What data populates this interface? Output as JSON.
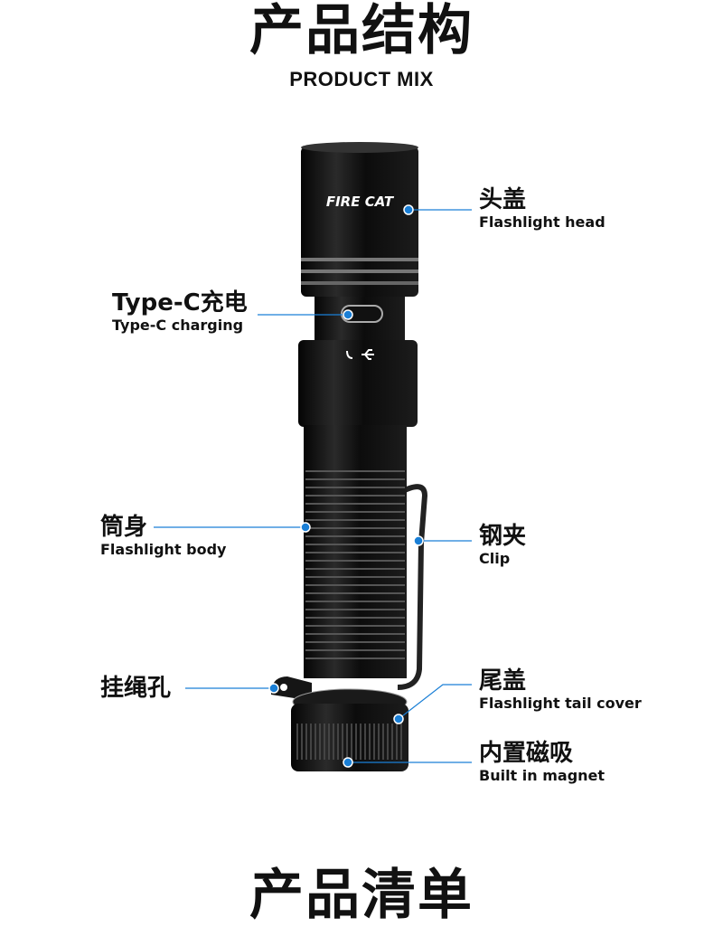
{
  "heading": {
    "title_cn": "产品结构",
    "title_en": "PRODUCT MIX",
    "next_title_cn": "产品清单"
  },
  "brand_logo": "FIRE CAT",
  "accent_color": "#1a7fd6",
  "parts": [
    {
      "cn": "头盖",
      "en": "Flashlight head"
    },
    {
      "cn": "Type-C充电",
      "en": "Type-C charging"
    },
    {
      "cn": "筒身",
      "en": "Flashlight body"
    },
    {
      "cn": "钢夹",
      "en": "Clip"
    },
    {
      "cn": "挂绳孔",
      "en": ""
    },
    {
      "cn": "尾盖",
      "en": "Flashlight tail cover"
    },
    {
      "cn": "内置磁吸",
      "en": "Built in magnet"
    }
  ]
}
